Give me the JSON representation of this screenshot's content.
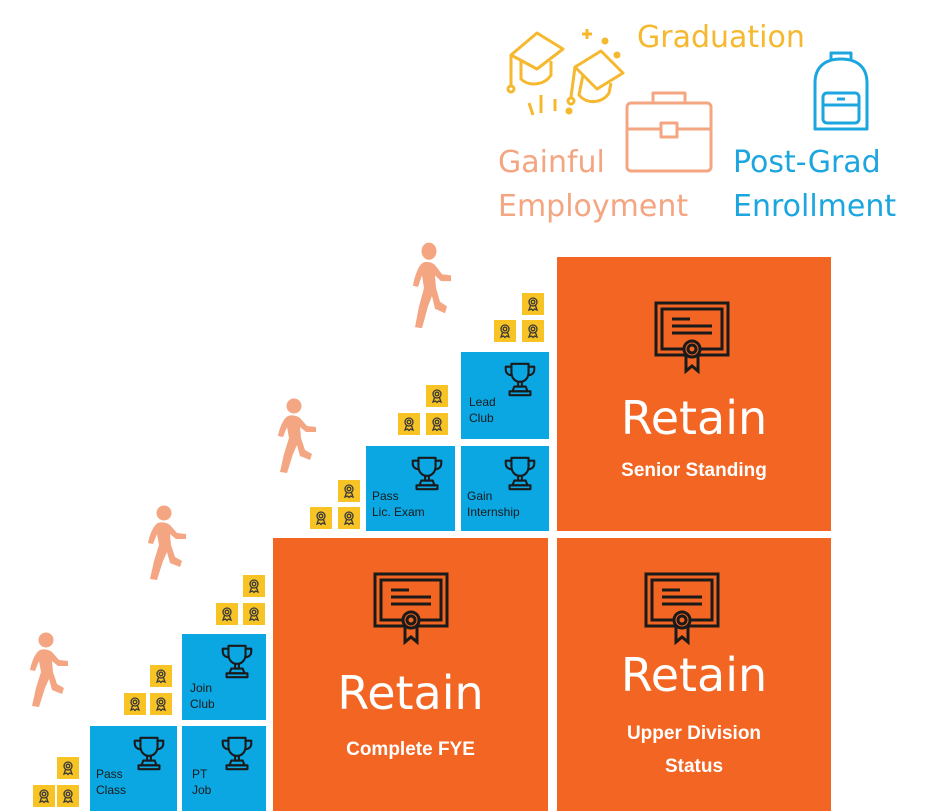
{
  "goals": {
    "graduation": "Graduation",
    "employment_line1": "Gainful",
    "employment_line2": "Employment",
    "postgrad_line1": "Post-Grad",
    "postgrad_line2": "Enrollment"
  },
  "milestones": {
    "complete_fye": {
      "title": "Retain",
      "subtitle": "Complete FYE"
    },
    "upper_division": {
      "title": "Retain",
      "subtitle_line1": "Upper Division",
      "subtitle_line2": "Status"
    },
    "senior_standing": {
      "title": "Retain",
      "subtitle": "Senior Standing"
    }
  },
  "tasks": {
    "pass_class": {
      "line1": "Pass",
      "line2": "Class"
    },
    "pt_job": {
      "line1": "PT",
      "line2": "Job"
    },
    "join_club": {
      "line1": "Join",
      "line2": "Club"
    },
    "pass_exam": {
      "line1": "Pass",
      "line2": "Lic. Exam"
    },
    "gain_internship": {
      "line1": "Gain",
      "line2": "Internship"
    },
    "lead_club": {
      "line1": "Lead",
      "line2": "Club"
    }
  },
  "colors": {
    "orange": "#F26522",
    "blue": "#0AA7E2",
    "badge": "#F7C325",
    "graduation": "#F5B82E",
    "employment": "#F4A582",
    "postgrad": "#1CA6DF",
    "walker": "#F4A582"
  },
  "icons": {
    "goal_icons": [
      "graduation-caps-icon",
      "briefcase-icon",
      "backpack-icon"
    ],
    "milestone_icon": "certificate-icon",
    "task_icon": "trophy-icon",
    "badge_icon": "award-icon",
    "walker_icon": "walking-person-icon"
  }
}
